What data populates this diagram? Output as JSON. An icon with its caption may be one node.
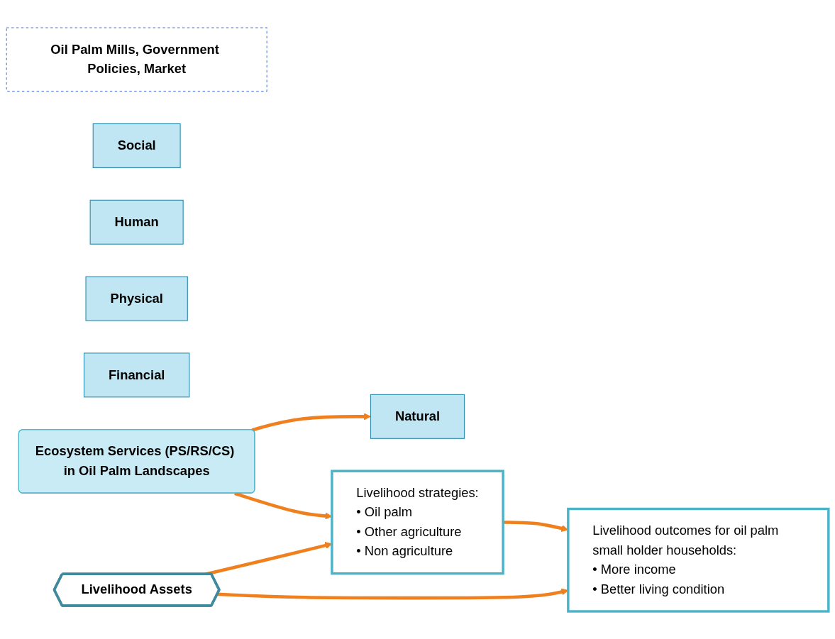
{
  "diagram": {
    "nodes": [
      {
        "text": [
          "Social"
        ]
      },
      {
        "text": [
          "Human"
        ]
      },
      {
        "text": [
          "Livelihood Assets"
        ]
      },
      {
        "text": [
          "Physical"
        ]
      },
      {
        "text": [
          "Financial"
        ]
      },
      {
        "text": [
          "Natural"
        ]
      },
      {
        "text": [
          "Oil Palm Mills, Government Policies, Market"
        ]
      },
      {
        "text": [
          "Livelihood outcomes for oil palm small holder households:",
          "• More income",
          "• Better living condition"
        ]
      },
      {
        "text": [
          "Livelihood strategies:",
          "• Oil palm",
          "• Other agriculture",
          "• Non agriculture"
        ]
      },
      {
        "text": [
          "Ecosystem Services (PS/RS/CS) in Oil Palm Landscapes"
        ]
      }
    ],
    "edges": [
      {
        "from": 2,
        "to": 7,
        "arrow": "to"
      },
      {
        "from": 2,
        "to": 8,
        "arrow": "to"
      },
      {
        "from": 8,
        "to": 7,
        "arrow": "to"
      },
      {
        "from": 9,
        "to": 5,
        "arrow": "to"
      },
      {
        "from": 9,
        "to": 8,
        "arrow": "to"
      }
    ]
  }
}
